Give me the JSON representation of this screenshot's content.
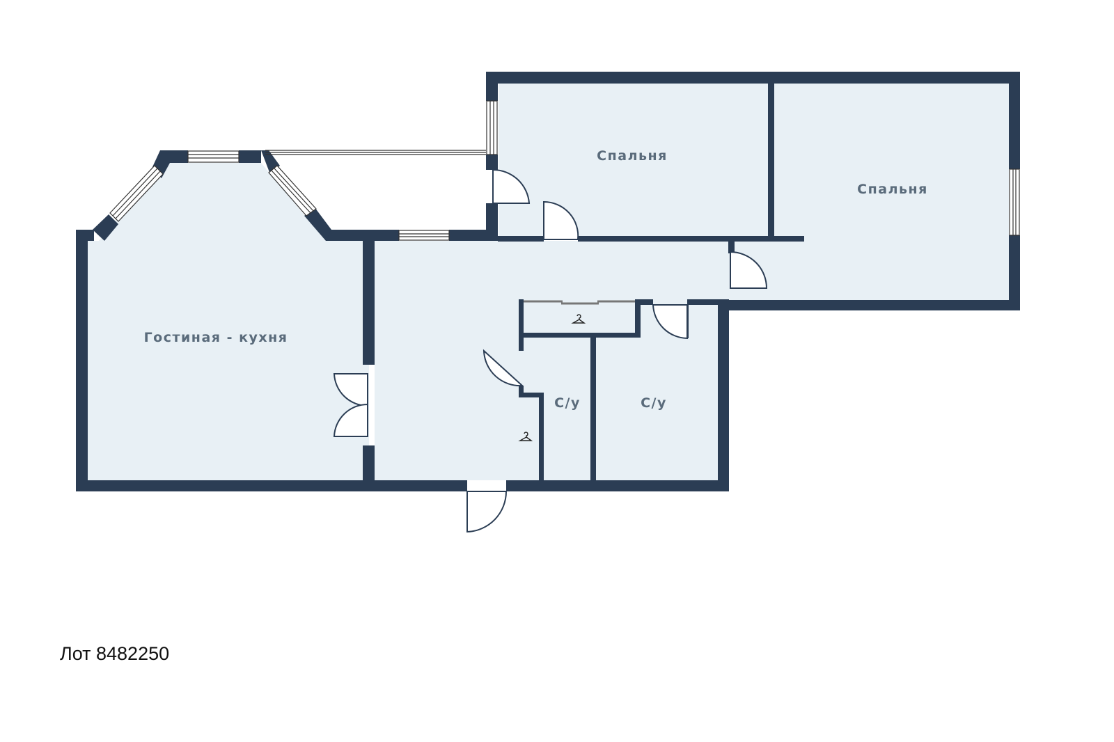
{
  "colors": {
    "wall": "#2b3d54",
    "floor": "#e8f0f5",
    "window_frame": "#333333",
    "label": "#5a6b7b",
    "background": "#ffffff"
  },
  "rooms": {
    "living_kitchen": "Гостиная - кухня",
    "bedroom_1": "Спальня",
    "bedroom_2": "Спальня",
    "bathroom_1": "С/у",
    "bathroom_2": "С/у"
  },
  "icons": {
    "wardrobe_1": "hanger-icon",
    "wardrobe_2": "hanger-icon"
  },
  "lot": {
    "label": "Лот 8482250"
  }
}
